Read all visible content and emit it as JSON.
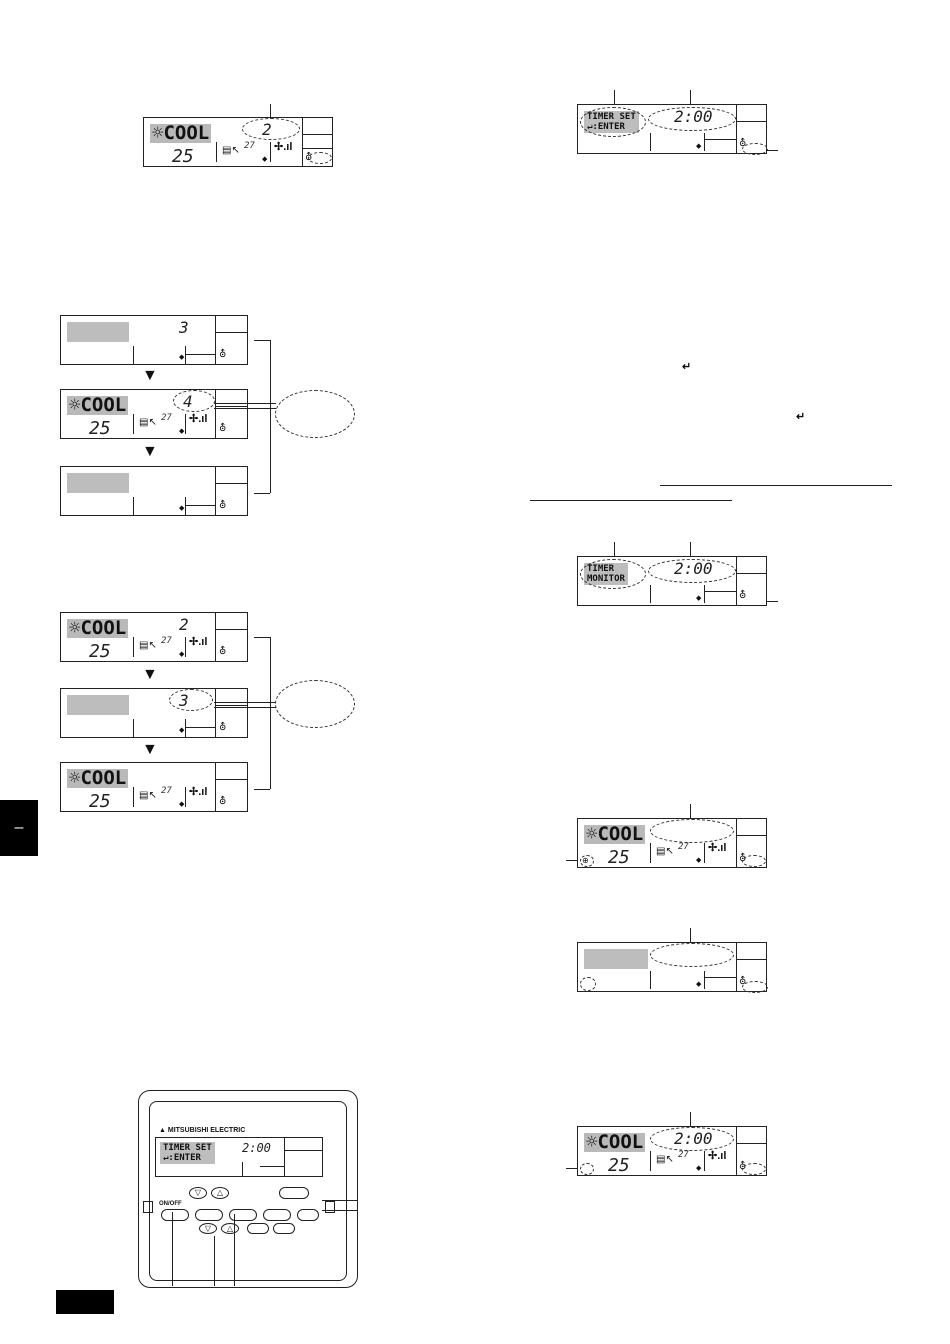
{
  "left_column": {
    "display_top": {
      "mode": "☼COOL",
      "temp": "25",
      "room_temp": "27",
      "number": "2"
    },
    "sequence_a": [
      {
        "number": "3",
        "off": true
      },
      {
        "mode": "☼COOL",
        "temp": "25",
        "room_temp": "27",
        "number": "4"
      },
      {
        "off": true
      }
    ],
    "sequence_b": [
      {
        "mode": "☼COOL",
        "temp": "25",
        "room_temp": "27",
        "number": "2"
      },
      {
        "number": "3",
        "off": true
      },
      {
        "mode": "☼COOL",
        "temp": "25",
        "room_temp": "27"
      }
    ]
  },
  "right_column": {
    "timer_set": {
      "label_line1": "TIMER SET",
      "label_line2": "↵:ENTER",
      "time": "2:00"
    },
    "timer_monitor": {
      "label_line1": "TIMER",
      "label_line2": "MONITOR",
      "time": "2:00"
    },
    "display_on": {
      "mode": "☼COOL",
      "temp": "25",
      "room_temp": "27"
    },
    "display_final": {
      "mode": "☼COOL",
      "temp": "25",
      "room_temp": "27",
      "time": "2:00"
    },
    "enter_symbol": "↵"
  },
  "remote": {
    "brand": "MITSUBISHI ELECTRIC",
    "screen_label_1": "TIMER SET",
    "screen_label_2": "↵:ENTER",
    "screen_time": "2:00",
    "btn_label_1": "ON/OFF",
    "up_symbol": "△",
    "down_symbol": "▽"
  },
  "side_tab_text": "–"
}
